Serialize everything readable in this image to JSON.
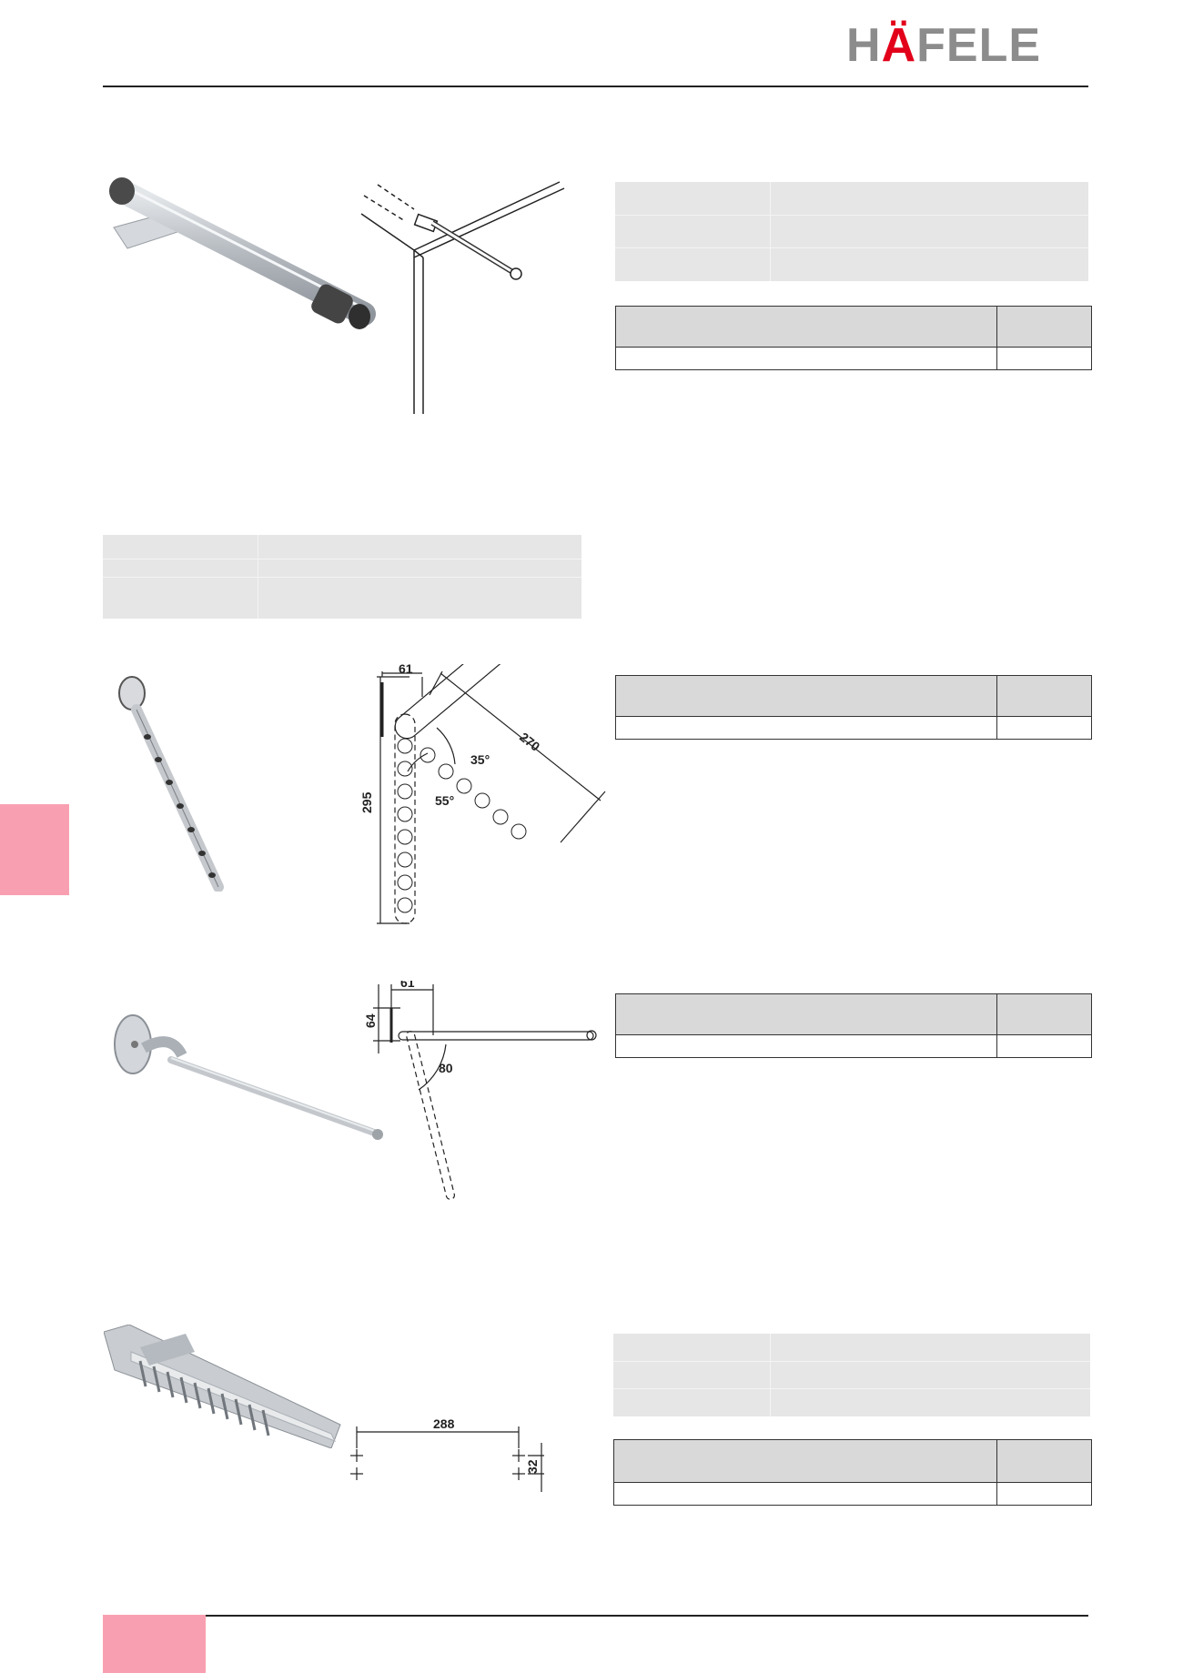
{
  "header": {
    "logo": {
      "text_prefix": "H",
      "accent_letter": "Ä",
      "text_suffix": "FELE",
      "color": "#8c8c8c",
      "accent_color": "#e2001a"
    }
  },
  "colors": {
    "tab_pink": "#f8a0b1",
    "table_header": "#d9d9d9",
    "spec_box": "#e6e6e6"
  },
  "drawings": {
    "hanger_arm": {
      "width_label": "61",
      "height_label": "295",
      "length_label": "270",
      "angle_upper": "35°",
      "angle_lower": "55°"
    },
    "swivel_rod": {
      "width_label": "61",
      "height_label": "64",
      "radius_label": "80"
    },
    "tie_rack": {
      "spacing_label": "288",
      "hole_pitch_label": "32"
    }
  }
}
